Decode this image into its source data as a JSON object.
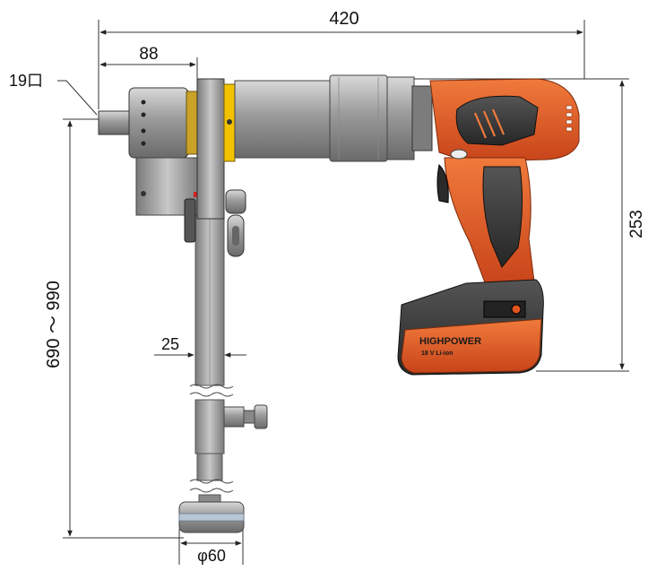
{
  "dimensions": {
    "overall_length": "420",
    "nose_length": "88",
    "square_drive": "19口",
    "height": "253",
    "arm_length": "690 ～ 990",
    "arm_width": "25",
    "foot_diameter": "φ60"
  },
  "battery": {
    "brand": "HIGHPOWER",
    "spec": "18 V Li-ion"
  },
  "colors": {
    "tool_orange": "#e0541e",
    "tool_dark": "#3a3a3a",
    "steel_gray": "#a9a9a9",
    "accent_yellow": "#f2c200"
  }
}
